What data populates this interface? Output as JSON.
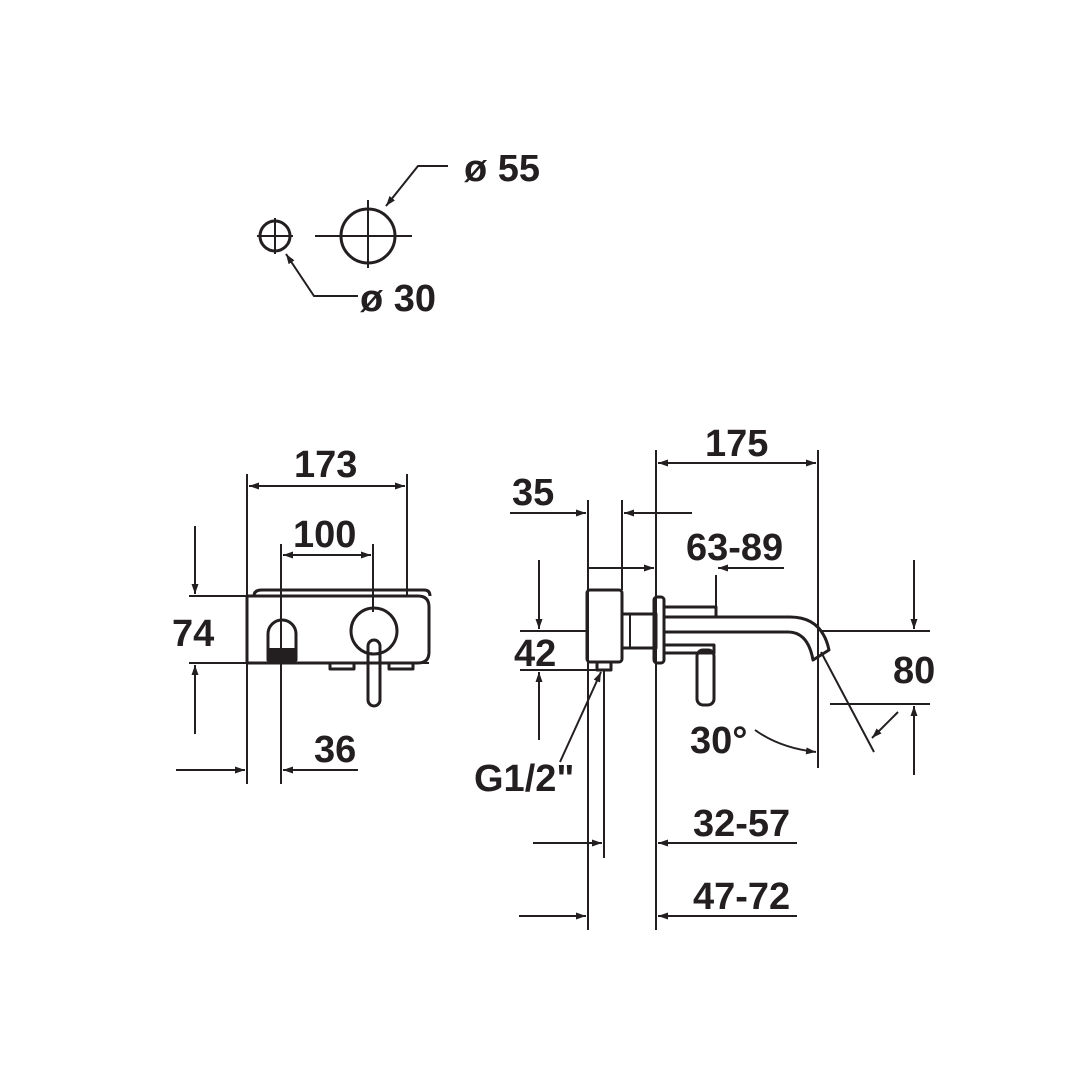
{
  "dimensions": {
    "dia_large": "ø 55",
    "dia_small": "ø 30",
    "width_total": "173",
    "width_centers": "100",
    "height_front": "74",
    "offset_left": "36",
    "spout_length": "175",
    "flange_depth": "35",
    "adjust_range": "63-89",
    "height_side": "42",
    "thread": "G1/2\"",
    "height_spout": "80",
    "angle": "30°",
    "range_inner": "32-57",
    "range_outer": "47-72"
  }
}
